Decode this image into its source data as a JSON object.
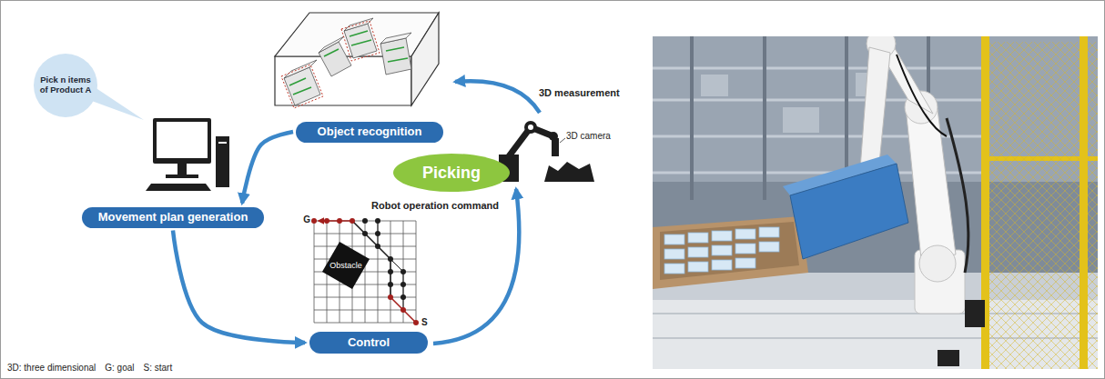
{
  "diagram": {
    "nodes": [
      {
        "text": [
          "Pick n items of Product A"
        ]
      },
      {
        "text": [
          "Object recognition"
        ]
      },
      {
        "text": [
          "Picking"
        ]
      },
      {
        "text": [
          "Movement plan generation"
        ]
      },
      {
        "text": [
          "Obstacle"
        ]
      },
      {
        "text": [
          "Control"
        ]
      }
    ],
    "edges": [
      {
        "from": 1,
        "to": 3,
        "arrow": "to"
      },
      {
        "from": 3,
        "to": 5,
        "arrow": "to"
      }
    ],
    "labels": [
      "3D measurement",
      "3D camera",
      "G",
      "S",
      "Robot operation command",
      "3D: three dimensional",
      "G: goal",
      "S: start"
    ]
  }
}
